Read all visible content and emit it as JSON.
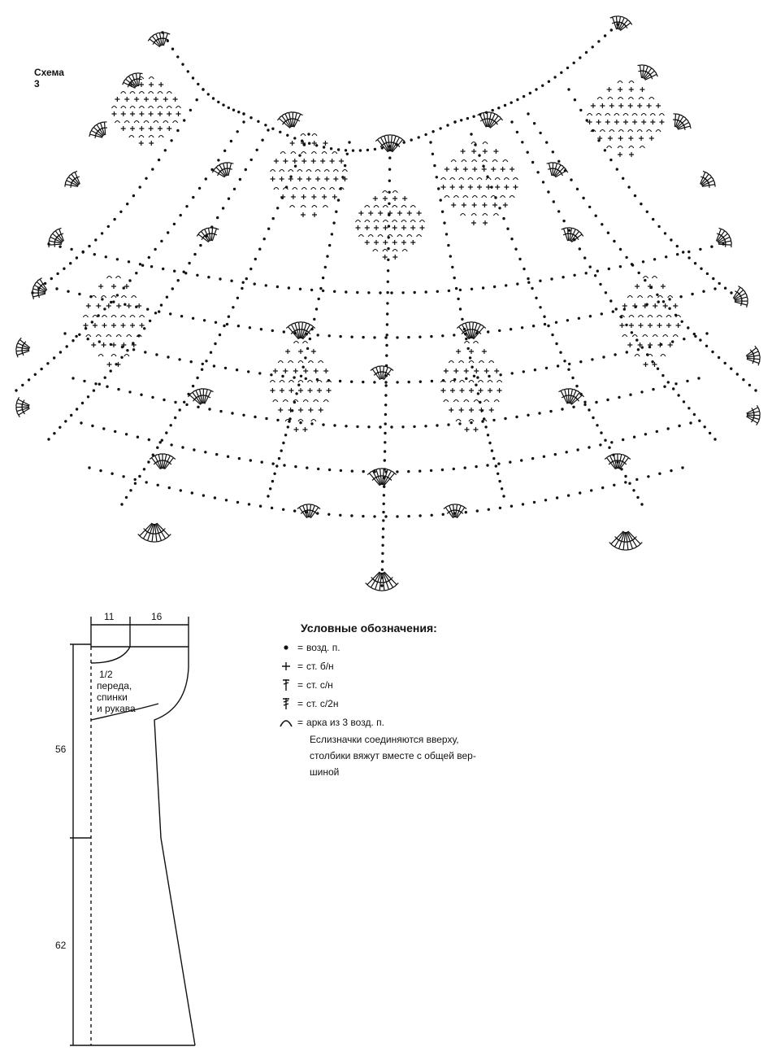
{
  "scheme": {
    "title": "Схема 3"
  },
  "legend": {
    "title": "Условные обозначения:",
    "items": [
      {
        "icon": "chain-dot-icon",
        "text": "возд. п."
      },
      {
        "icon": "single-crochet-plus-icon",
        "text": "ст. б/н"
      },
      {
        "icon": "double-crochet-icon",
        "text": "ст. с/н"
      },
      {
        "icon": "treble-crochet-icon",
        "text": "ст. с/2н"
      },
      {
        "icon": "arch-icon",
        "text": "арка из 3 возд. п."
      }
    ],
    "note_lines": [
      "Еслизначки соединяются вверху,",
      "столбики вяжут вместе с общей вер-",
      "шиной"
    ]
  },
  "drawing": {
    "top_dims": [
      "11",
      "16"
    ],
    "side_dims": [
      "56",
      "62"
    ],
    "label_lines": [
      "1/2",
      "переда,",
      "спинки",
      "и рукава"
    ]
  }
}
